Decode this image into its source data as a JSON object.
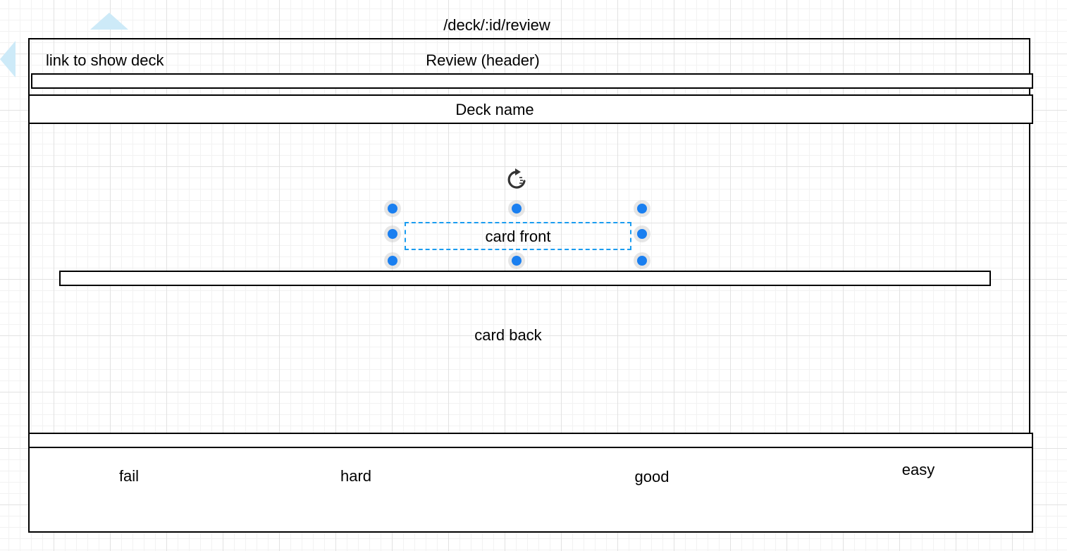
{
  "route_title": "/deck/:id/review",
  "header": {
    "link_label": "link to show deck",
    "title": "Review (header)"
  },
  "deck_name": "Deck name",
  "card": {
    "front": "card front",
    "back": "card back"
  },
  "answers": {
    "fail": "fail",
    "hard": "hard",
    "good": "good",
    "easy": "easy"
  },
  "icons": {
    "rotate": "rotate-icon",
    "selection_handle": "selection-handle-icon"
  },
  "colors": {
    "selection": "#1a9cf0",
    "handle": "#1a7ff0",
    "grid": "#e2e2e2"
  }
}
